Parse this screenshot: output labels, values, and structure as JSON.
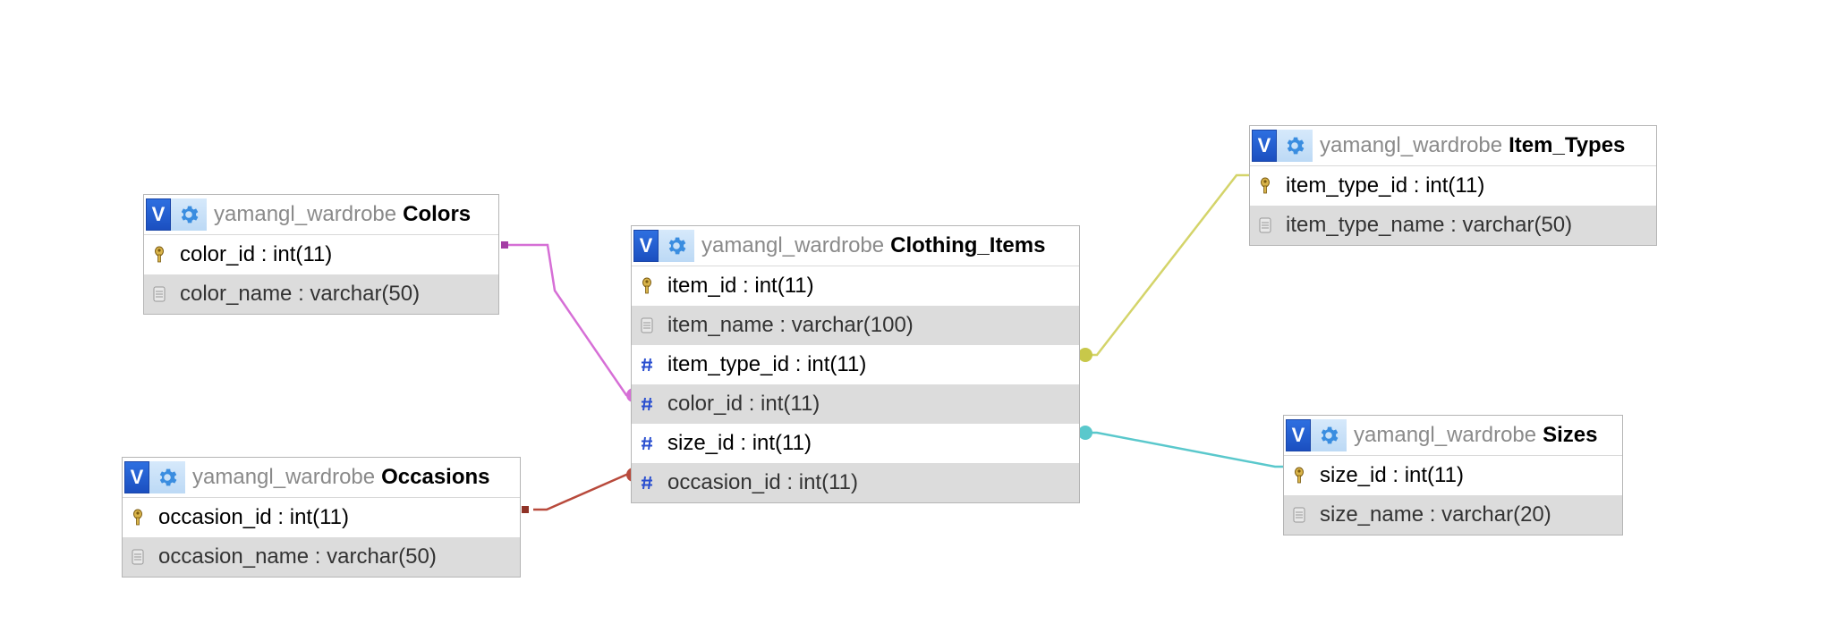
{
  "schema": "yamangl_wardrobe",
  "colors": {
    "toggle_button": "#1b4fc0",
    "gear_button": "#c7e0f8",
    "row_alt": "#dcdcdc",
    "db_name_text": "#8a8a8a",
    "relation_colors_note": [
      "#d66fd6",
      "#b84a3c",
      "#d4d46a",
      "#5ac8cc"
    ]
  },
  "tables": [
    {
      "id": "colors",
      "toggle_label": "V",
      "db": "yamangl_wardrobe",
      "name": "Colors",
      "columns": [
        {
          "icon": "key-icon",
          "text": "color_id : int(11)"
        },
        {
          "icon": "field-icon",
          "text": "color_name : varchar(50)"
        }
      ]
    },
    {
      "id": "occasions",
      "toggle_label": "V",
      "db": "yamangl_wardrobe",
      "name": "Occasions",
      "columns": [
        {
          "icon": "key-icon",
          "text": "occasion_id : int(11)"
        },
        {
          "icon": "field-icon",
          "text": "occasion_name : varchar(50)"
        }
      ]
    },
    {
      "id": "clothing_items",
      "toggle_label": "V",
      "db": "yamangl_wardrobe",
      "name": "Clothing_Items",
      "columns": [
        {
          "icon": "key-icon",
          "text": "item_id : int(11)"
        },
        {
          "icon": "field-icon",
          "text": "item_name : varchar(100)"
        },
        {
          "icon": "hash-icon",
          "text": "item_type_id : int(11)"
        },
        {
          "icon": "hash-icon",
          "text": "color_id : int(11)"
        },
        {
          "icon": "hash-icon",
          "text": "size_id : int(11)"
        },
        {
          "icon": "hash-icon",
          "text": "occasion_id : int(11)"
        }
      ]
    },
    {
      "id": "item_types",
      "toggle_label": "V",
      "db": "yamangl_wardrobe",
      "name": "Item_Types",
      "columns": [
        {
          "icon": "key-icon",
          "text": "item_type_id : int(11)"
        },
        {
          "icon": "field-icon",
          "text": "item_type_name : varchar(50)"
        }
      ]
    },
    {
      "id": "sizes",
      "toggle_label": "V",
      "db": "yamangl_wardrobe",
      "name": "Sizes",
      "columns": [
        {
          "icon": "key-icon",
          "text": "size_id : int(11)"
        },
        {
          "icon": "field-icon",
          "text": "size_name : varchar(20)"
        }
      ]
    }
  ],
  "relations": [
    {
      "from": "clothing_items.color_id",
      "to": "colors.color_id",
      "color": "#d66fd6"
    },
    {
      "from": "clothing_items.occasion_id",
      "to": "occasions.occasion_id",
      "color": "#b84a3c"
    },
    {
      "from": "clothing_items.item_type_id",
      "to": "item_types.item_type_id",
      "color": "#d4d46a"
    },
    {
      "from": "clothing_items.size_id",
      "to": "sizes.size_id",
      "color": "#5ac8cc"
    }
  ]
}
